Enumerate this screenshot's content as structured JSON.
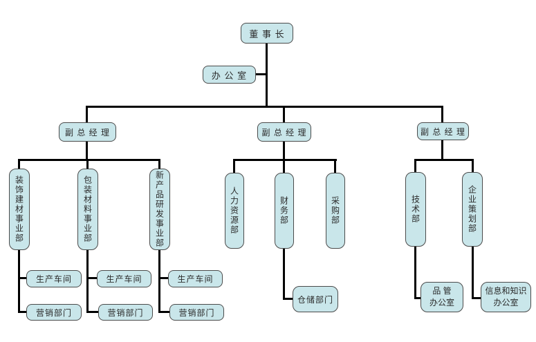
{
  "colors": {
    "box_fill": "#c9e6ea",
    "box_border": "#4a4a4a",
    "connector": "#000000",
    "text": "#2b2b2b",
    "background": "#ffffff"
  },
  "org": {
    "chairman": {
      "label": "董 事 长"
    },
    "office": {
      "label": "办 公 室"
    },
    "branches": [
      {
        "manager": {
          "label": "副 总 经 理"
        },
        "divisions": [
          {
            "label": "装饰建材事业部",
            "children": [
              {
                "label": "生产车间"
              },
              {
                "label": "营销部门"
              }
            ]
          },
          {
            "label": "包装材料事业部",
            "children": [
              {
                "label": "生产车间"
              },
              {
                "label": "营销部门"
              }
            ]
          },
          {
            "label": "新产品研发事业部",
            "children": [
              {
                "label": "生产车间"
              },
              {
                "label": "营销部门"
              }
            ]
          }
        ]
      },
      {
        "manager": {
          "label": "副 总 经 理"
        },
        "divisions": [
          {
            "label": "人力资源部",
            "children": []
          },
          {
            "label": "财务部",
            "children": [
              {
                "label": "仓储部门"
              }
            ]
          },
          {
            "label": "采购部",
            "children": []
          }
        ]
      },
      {
        "manager": {
          "label": "副 总 经 理"
        },
        "divisions": [
          {
            "label": "技术部",
            "children": [
              {
                "line1": "品 管",
                "line2": "办公室"
              }
            ]
          },
          {
            "label": "企业策划部",
            "children": [
              {
                "line1": "信息和知识",
                "line2": "办公室"
              }
            ]
          }
        ]
      }
    ]
  }
}
